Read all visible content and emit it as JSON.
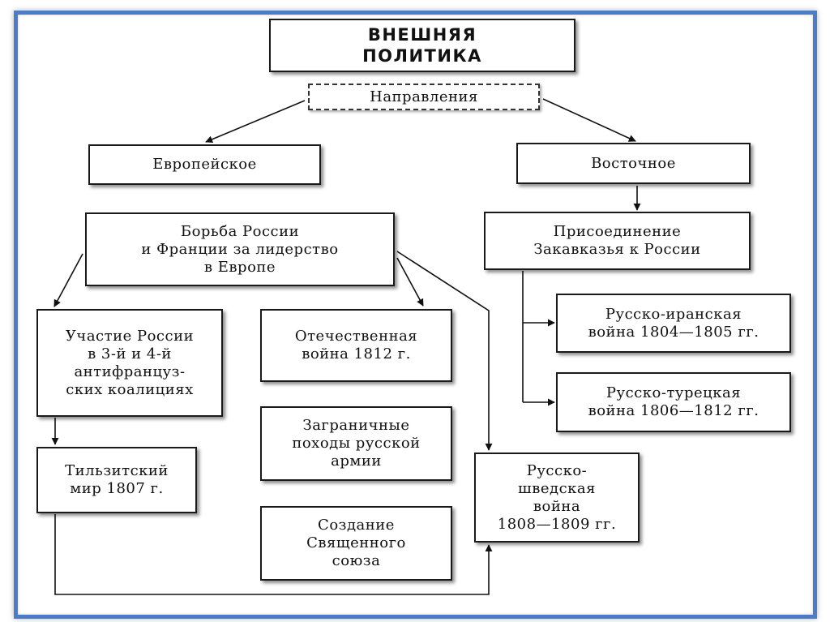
{
  "diagram": {
    "title": "ВНЕШНЯЯ\nПОЛИТИКА",
    "directions_label": "Направления",
    "european": "Европейское",
    "eastern": "Восточное",
    "struggle": "Борьба России\nи Франции за лидерство\nв Европе",
    "coalitions": "Участие России\nв 3-й и 4-й\nантифранцуз-\nских коалициях",
    "tilsit": "Тильзитский\nмир 1807 г.",
    "patriotic_war": "Отечественная\nвойна 1812 г.",
    "foreign_campaigns": "Заграничные\nпоходы русской\nармии",
    "holy_alliance": "Создание\nСвященного\nсоюза",
    "swedish_war": "Русско-\nшведская\nвойна\n1808—1809 гг.",
    "transcaucasia": "Присоединение\nЗакавказья к России",
    "iranian_war": "Русско-иранская\nвойна 1804—1805 гг.",
    "turkish_war": "Русско-турецкая\nвойна 1806—1812 гг."
  }
}
